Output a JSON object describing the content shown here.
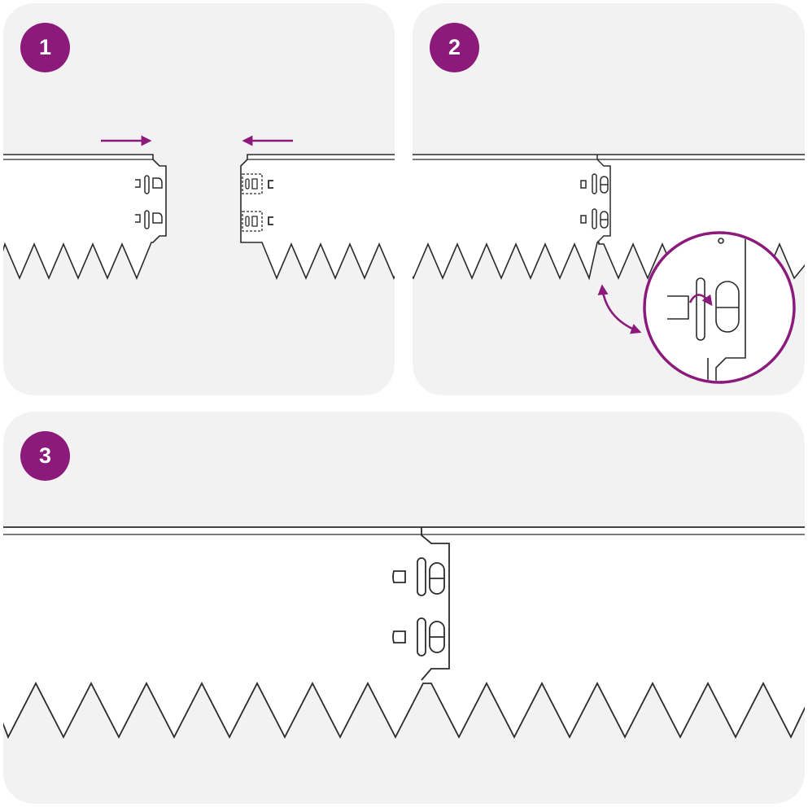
{
  "colors": {
    "badge": "#8b1a7b",
    "panel": "#f2f2f2",
    "arrow": "#8b1a7b",
    "line": "#2b2b2b"
  },
  "steps": [
    {
      "number": "1"
    },
    {
      "number": "2"
    },
    {
      "number": "3"
    }
  ],
  "icons": [
    "arrow-right-icon",
    "arrow-left-icon",
    "rotate-arrow-icon",
    "curved-arrow-icon",
    "magnifier-circle-icon"
  ]
}
